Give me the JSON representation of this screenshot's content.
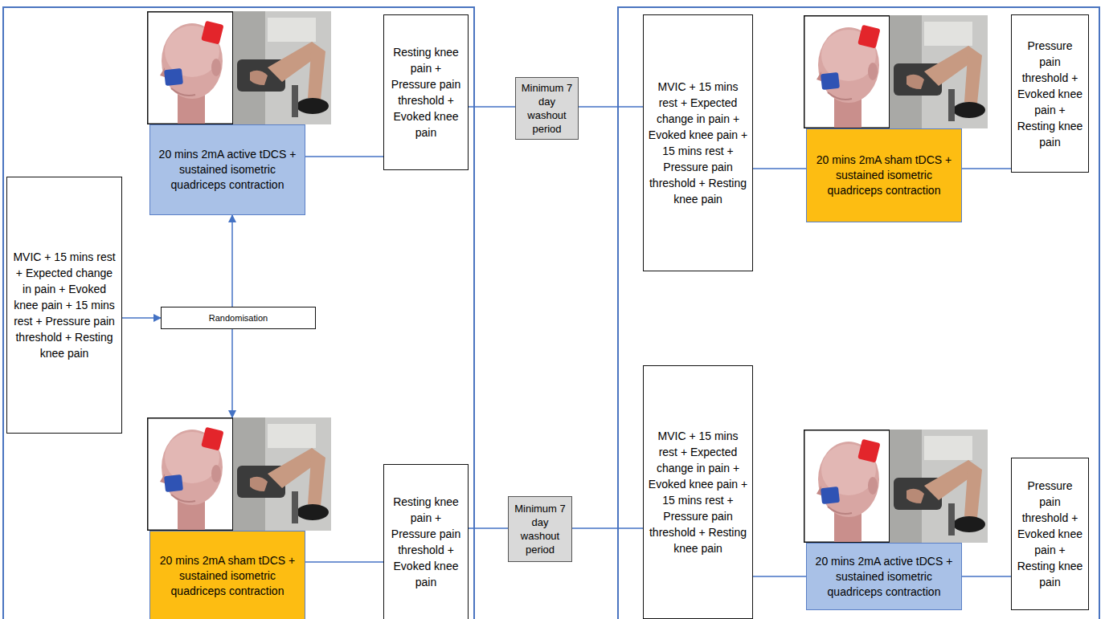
{
  "diagram": {
    "nodes": [
      {
        "text": [
          "MVIC + 15 mins rest + Expected change in pain + Evoked knee pain + 15 mins rest + Pressure pain threshold + Resting knee pain"
        ]
      },
      {
        "text": [
          "Randomisation"
        ]
      },
      {
        "text": [
          "20 mins 2mA active tDCS + sustained isometric quadriceps contraction"
        ]
      },
      {
        "text": [
          "Resting knee pain + Pressure pain threshold + Evoked knee pain"
        ]
      },
      {
        "text": [
          "Minimum 7 day washout period"
        ]
      },
      {
        "text": [
          "MVIC + 15 mins rest + Expected change in pain + Evoked knee pain + 15 mins rest + Pressure pain threshold + Resting knee pain"
        ]
      },
      {
        "text": [
          "20 mins 2mA sham tDCS + sustained isometric quadriceps contraction"
        ]
      },
      {
        "text": [
          "Pressure pain threshold + Evoked knee pain + Resting knee pain"
        ]
      },
      {
        "text": [
          "20 mins 2mA sham tDCS + sustained isometric quadriceps contraction"
        ]
      },
      {
        "text": [
          "Resting knee pain + Pressure pain threshold + Evoked knee pain"
        ]
      },
      {
        "text": [
          "Minimum 7 day washout period"
        ]
      },
      {
        "text": [
          "MVIC + 15 mins rest + Expected change in pain + Evoked knee pain + 15 mins rest + Pressure pain threshold + Resting knee pain"
        ]
      },
      {
        "text": [
          "20 mins 2mA active tDCS + sustained isometric quadriceps contraction"
        ]
      },
      {
        "text": [
          "Pressure pain threshold + Evoked knee pain + Resting knee pain"
        ]
      }
    ],
    "edges": [
      {
        "from": 0,
        "to": 1,
        "arrow": "to"
      },
      {
        "from": 1,
        "to": 2,
        "arrow": "to"
      },
      {
        "from": 1,
        "to": 8,
        "arrow": "to"
      },
      {
        "from": 2,
        "to": 3,
        "arrow": "none"
      },
      {
        "from": 3,
        "to": 4,
        "arrow": "none"
      },
      {
        "from": 4,
        "to": 5,
        "arrow": "none"
      },
      {
        "from": 5,
        "to": 6,
        "arrow": "none"
      },
      {
        "from": 6,
        "to": 7,
        "arrow": "none"
      },
      {
        "from": 8,
        "to": 9,
        "arrow": "none"
      },
      {
        "from": 9,
        "to": 10,
        "arrow": "none"
      },
      {
        "from": 10,
        "to": 11,
        "arrow": "none"
      },
      {
        "from": 11,
        "to": 12,
        "arrow": "none"
      },
      {
        "from": 12,
        "to": 13,
        "arrow": "none"
      }
    ]
  }
}
